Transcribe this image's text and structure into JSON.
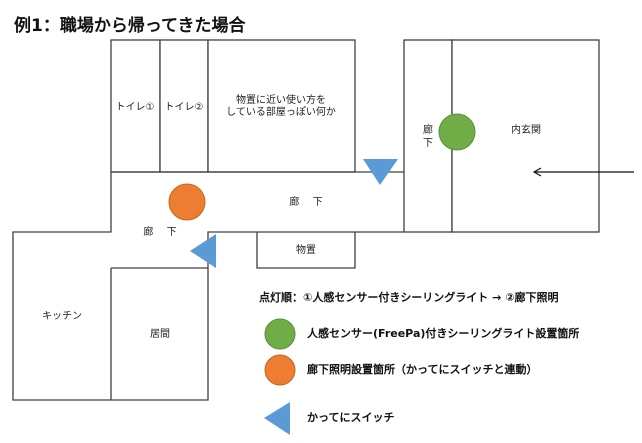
{
  "title": "例1：職場から帰ってきた場合",
  "rooms": {
    "toilet1": "トイレ①",
    "toilet2": "トイレ②",
    "storage_like_room_line1": "物置に近い使い方を",
    "storage_like_room_line2": "している部屋っぽい何か",
    "hallway_right_char1": "廊",
    "hallway_right_char2": "下",
    "entrance": "内玄関",
    "hallway_center": "廊　 下",
    "hallway_left": "廊　 下",
    "storage": "物置",
    "kitchen": "キッチン",
    "living": "居間"
  },
  "legend": {
    "order": "点灯順：①人感センサー付きシーリングライト → ②廊下照明",
    "green": "人感センサー(FreePa)付きシーリングライト設置箇所",
    "orange": "廊下照明設置箇所（かってにスイッチと連動）",
    "triangle": "かってにスイッチ"
  },
  "colors": {
    "sensor_light": "#70ad47",
    "hall_light": "#ed7d31",
    "switch": "#5b9bd5"
  }
}
